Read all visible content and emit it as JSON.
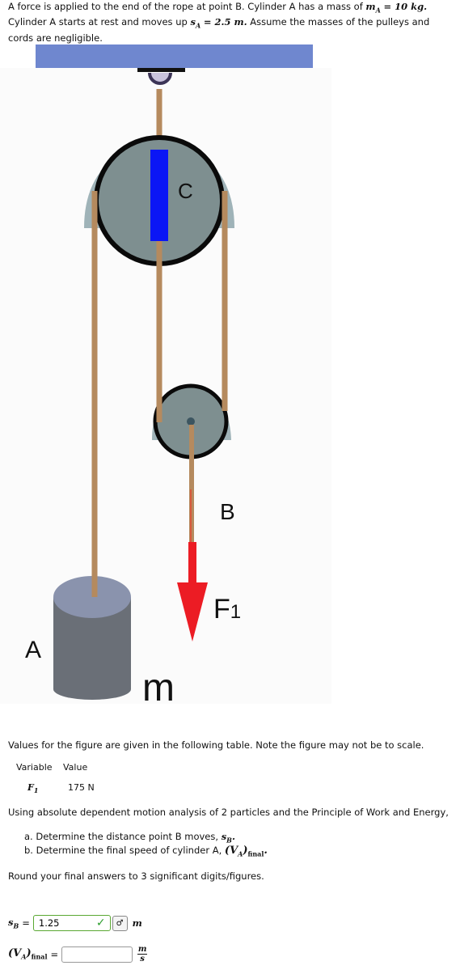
{
  "problem": {
    "intro_prefix": "A force is applied to the end of the rope at point B. Cylinder A has a mass of",
    "mass_symbol": "m",
    "mass_subscript": "A",
    "mass_value": "= 10 kg.",
    "intro_middle": "Cylinder A starts at rest and moves up",
    "disp_symbol": "s",
    "disp_subscript": "A",
    "disp_value": "= 2.5 m.",
    "intro_suffix": "Assume the masses of the pulleys and cords are negligible."
  },
  "figure": {
    "label_c": "C",
    "label_b": "B",
    "label_f": "F",
    "label_f_sub": "1",
    "label_a": "A",
    "label_m": "m"
  },
  "values_note": "Values for the figure are given in the following table. Note the figure may not be to scale.",
  "table": {
    "header_variable": "Variable",
    "header_value": "Value",
    "rows": [
      {
        "variable": "F",
        "variable_sub": "1",
        "value": "175 N"
      }
    ]
  },
  "method_text": "Using absolute dependent motion analysis of 2 particles and the Principle of Work and Energy,",
  "tasks": {
    "a_prefix": "a. Determine the distance point B moves,",
    "a_symbol": "s",
    "a_sub": "B",
    "b_prefix": "b. Determine the final speed of cylinder A,",
    "b_symbol": "(V",
    "b_sub": "A",
    "b_close": ")",
    "b_final": "final"
  },
  "round_note": "Round your final answers to 3 significant digits/figures.",
  "answers": {
    "sb_label": "s",
    "sb_sub": "B",
    "sb_value": "1.25",
    "sb_unit": "m",
    "va_label": "(V",
    "va_sub": "A",
    "va_close": ")",
    "va_final": "final",
    "va_value": "",
    "va_unit_num": "m",
    "va_unit_den": "s"
  },
  "colors": {
    "ceiling": "#6f87cf",
    "rope": "#b58a5e",
    "pulley_fill": "#7e8f90",
    "pulley_rim": "#0a0a0a",
    "housing": "#9fb3b8",
    "blue_bar": "#0b16f5",
    "arrow": "#ec1c24",
    "cylinder_side": "#6a6f77",
    "cylinder_top": "#8a93ad",
    "check": "#2e9e2e"
  }
}
